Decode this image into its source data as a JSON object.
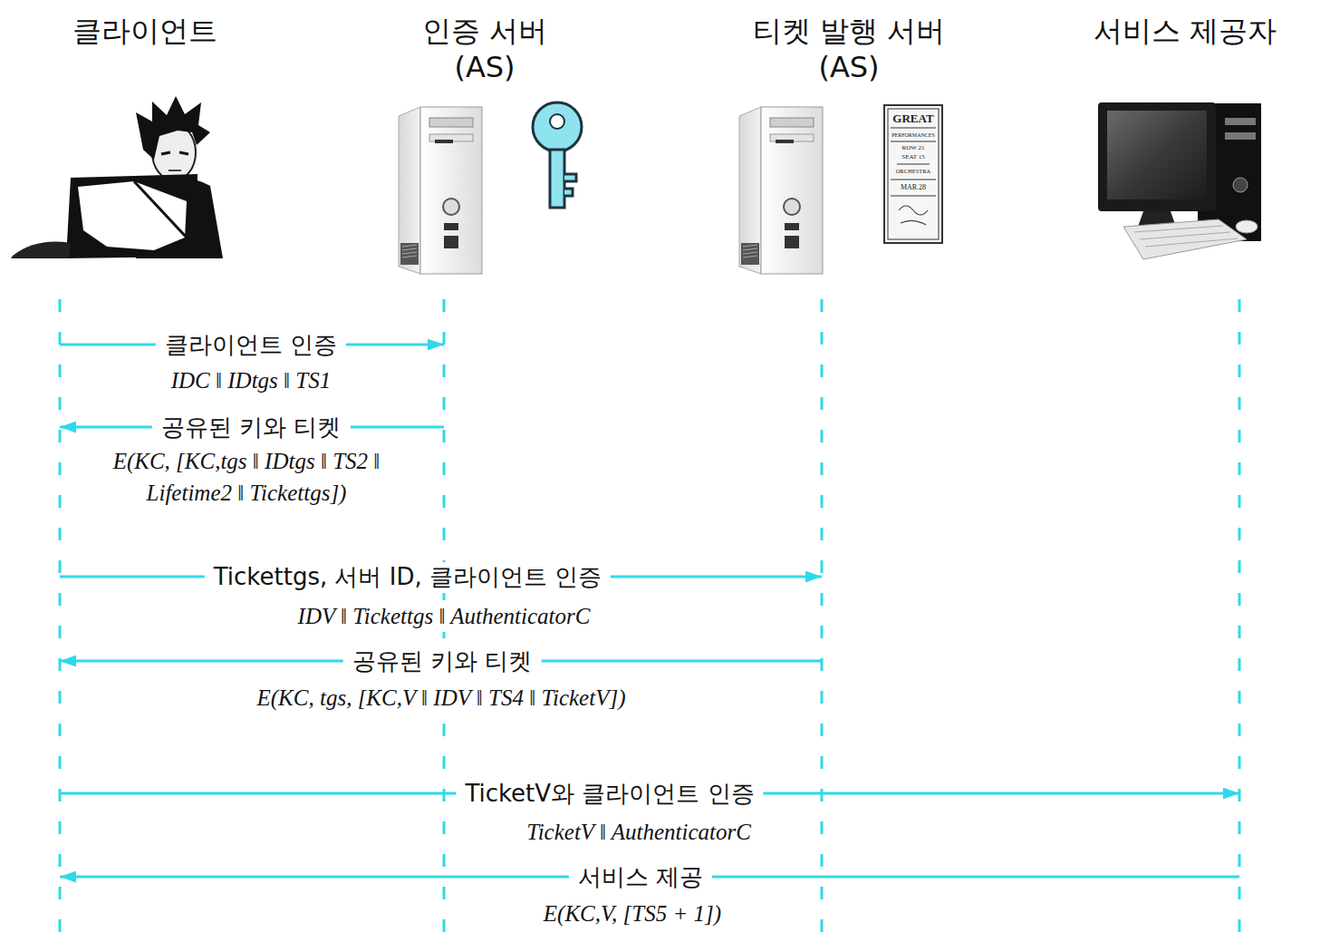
{
  "diagram": {
    "nodes": [
      {
        "text": [
          "클라이언트"
        ]
      },
      {
        "text": [
          "인증 서버 (AS)"
        ]
      },
      {
        "text": [
          "티켓 발행 서버 (AS)"
        ]
      },
      {
        "text": [
          "서비스 제공자"
        ]
      }
    ],
    "edges": [
      {
        "from": 0,
        "to": 1,
        "arrow": "to",
        "label": "클라이언트 인증"
      },
      {
        "from": 1,
        "to": 0,
        "arrow": "to",
        "label": "공유된 키와 티켓"
      },
      {
        "from": 0,
        "to": 2,
        "arrow": "to",
        "label": "Tickettgs, 서버 ID, 클라이언트 인증"
      },
      {
        "from": 2,
        "to": 0,
        "arrow": "to",
        "label": "공유된 키와 티켓"
      },
      {
        "from": 0,
        "to": 3,
        "arrow": "to",
        "label": "TicketV와 클라이언트 인증"
      },
      {
        "from": 3,
        "to": 0,
        "arrow": "to",
        "label": "서비스 제공"
      }
    ],
    "labels": [
      "IDC ‖ IDtgs ‖ TS1",
      "E(KC, [KC,tgs ‖ IDtgs ‖ TS2 ‖ Lifetime2 ‖ Tickettgs])",
      "IDV ‖ Tickettgs ‖ AuthenticatorC",
      "E(KC, tgs, [KC,V ‖ IDV ‖ TS4 ‖ TicketV])",
      "TicketV ‖ AuthenticatorC",
      "E(KC,V, [TS5 + 1])",
      "GREAT",
      "PERFORMANCES",
      "ROW 21",
      "SEAT 15",
      "ORCHESTRA",
      "MAR.28"
    ]
  }
}
